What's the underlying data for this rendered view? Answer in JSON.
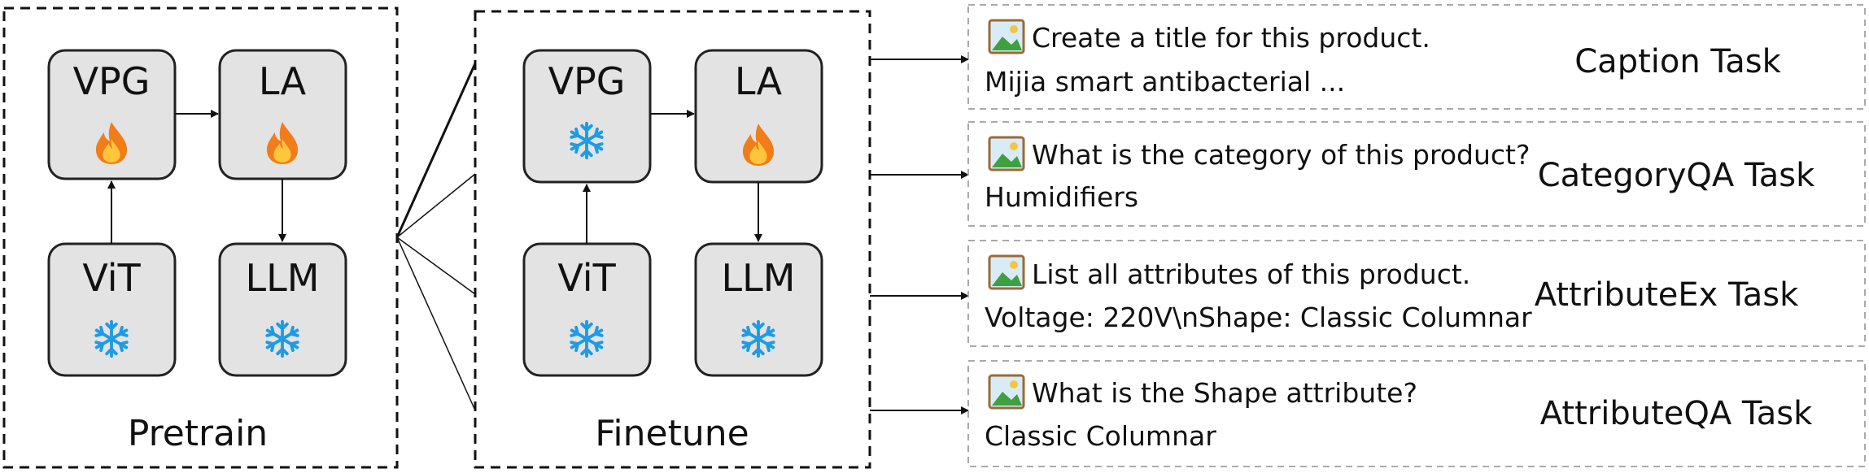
{
  "pretrain": {
    "label": "Pretrain",
    "modules": [
      {
        "name": "VPG",
        "state": "trainable",
        "icon": "fire-icon"
      },
      {
        "name": "LA",
        "state": "trainable",
        "icon": "fire-icon"
      },
      {
        "name": "ViT",
        "state": "frozen",
        "icon": "snowflake-icon"
      },
      {
        "name": "LLM",
        "state": "frozen",
        "icon": "snowflake-icon"
      }
    ]
  },
  "finetune": {
    "label": "Finetune",
    "modules": [
      {
        "name": "VPG",
        "state": "frozen",
        "icon": "snowflake-icon"
      },
      {
        "name": "LA",
        "state": "trainable",
        "icon": "fire-icon"
      },
      {
        "name": "ViT",
        "state": "frozen",
        "icon": "snowflake-icon"
      },
      {
        "name": "LLM",
        "state": "frozen",
        "icon": "snowflake-icon"
      }
    ]
  },
  "tasks": [
    {
      "prompt": "Create a title for this product.",
      "answer": "Mijia smart antibacterial ...",
      "name": "Caption Task"
    },
    {
      "prompt": "What is the category of this product?",
      "answer": "Humidifiers",
      "name": "CategoryQA Task"
    },
    {
      "prompt": "List all attributes of this product.",
      "answer": "Voltage: 220V\\nShape: Classic Columnar",
      "name": "AttributeEx Task"
    },
    {
      "prompt": "What is the Shape attribute?",
      "answer": "Classic Columnar",
      "name": "AttributeQA Task"
    }
  ],
  "colors": {
    "module_fill": "#e3e3e3",
    "module_stroke": "#222222",
    "fire": "#f07d1a",
    "fire_inner": "#ffc53d",
    "snow": "#1e9be6",
    "task_border": "#aaaaaa"
  }
}
